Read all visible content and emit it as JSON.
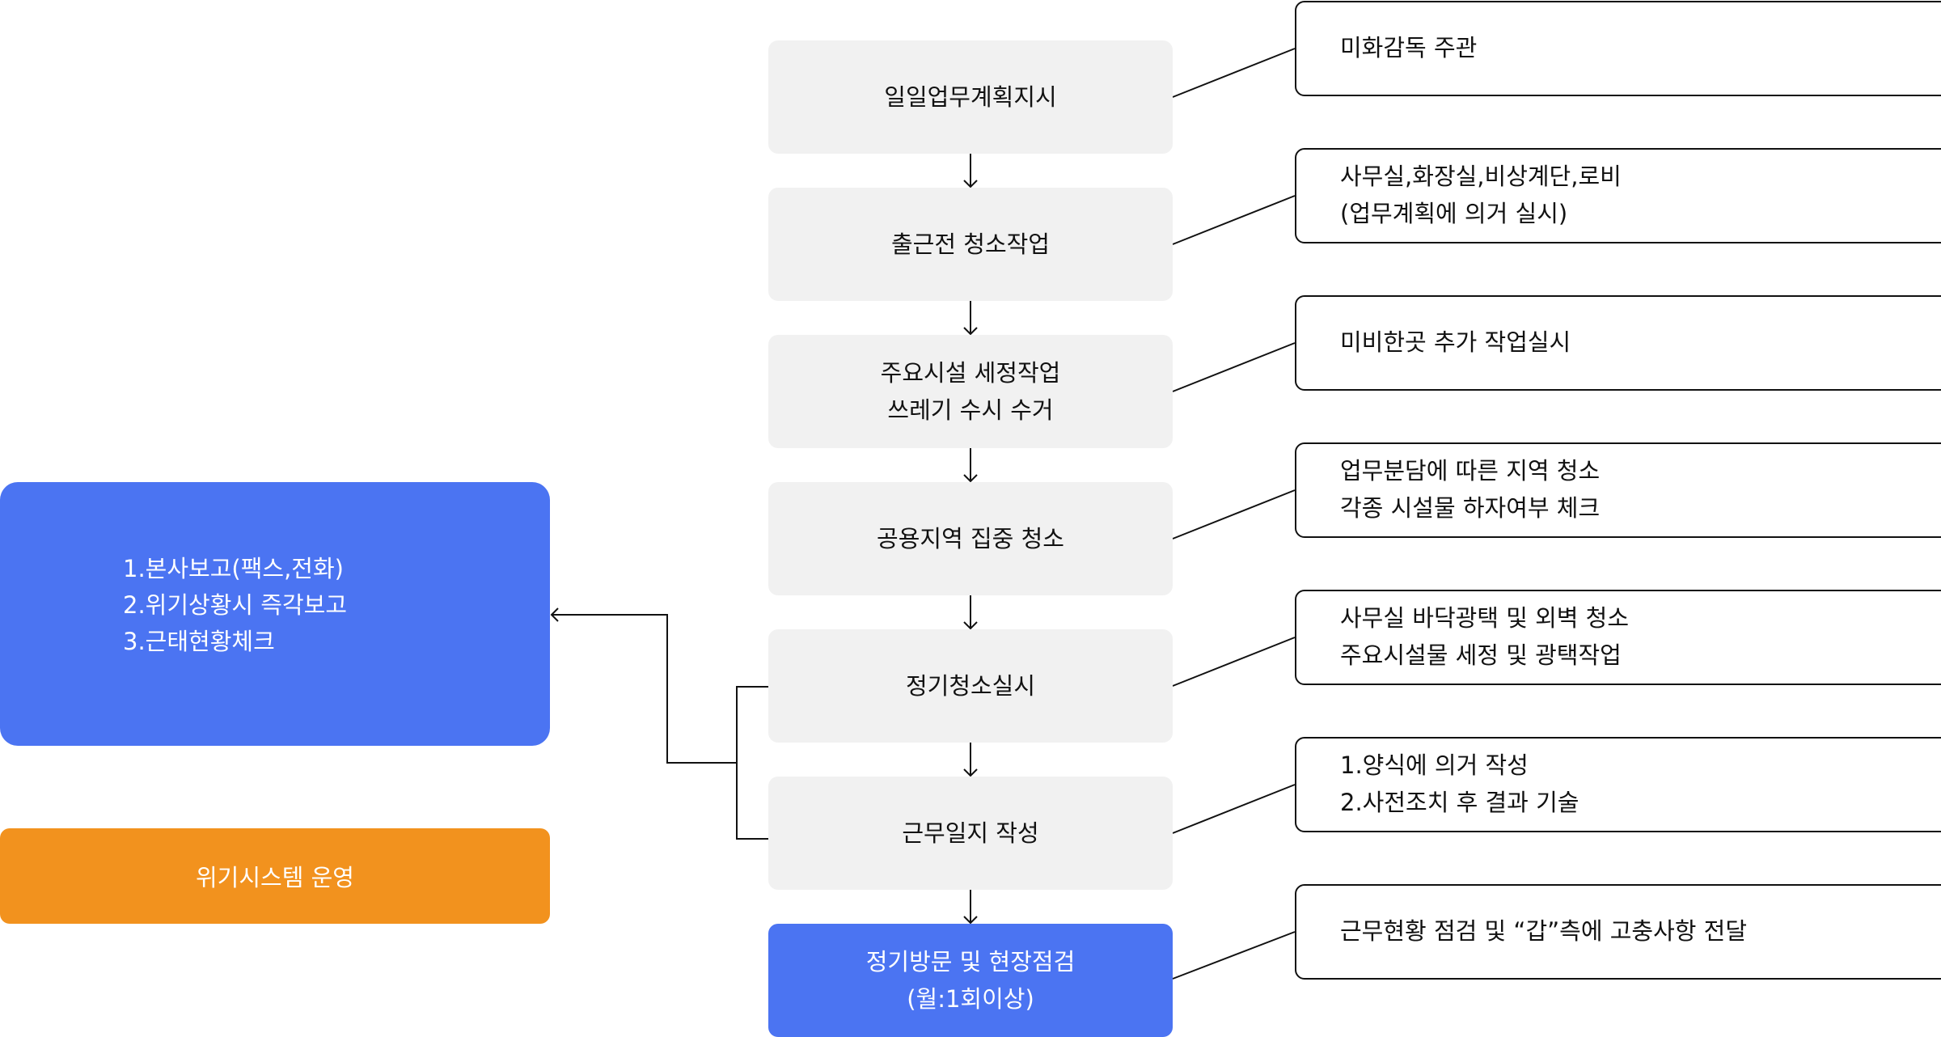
{
  "colors": {
    "step_bg": "#f1f1f1",
    "highlight_blue": "#4b74f2",
    "crisis_orange": "#f2921e",
    "line": "#111111",
    "note_border": "#111111"
  },
  "flow": {
    "steps": [
      {
        "lines": [
          "일일업무계획지시"
        ]
      },
      {
        "lines": [
          "출근전 청소작업"
        ]
      },
      {
        "lines": [
          "주요시설 세정작업",
          "쓰레기 수시 수거"
        ]
      },
      {
        "lines": [
          "공용지역 집중 청소"
        ]
      },
      {
        "lines": [
          "정기청소실시"
        ]
      },
      {
        "lines": [
          "근무일지 작성"
        ]
      },
      {
        "lines": [
          "정기방문 및 현장점검",
          "(월:1회이상)"
        ]
      }
    ]
  },
  "notes": [
    {
      "lines": [
        "미화감독 주관"
      ]
    },
    {
      "lines": [
        "사무실,화장실,비상계단,로비",
        "(업무계획에 의거 실시)"
      ]
    },
    {
      "lines": [
        "미비한곳 추가 작업실시"
      ]
    },
    {
      "lines": [
        "업무분담에 따른 지역 청소",
        "각종 시설물 하자여부 체크"
      ]
    },
    {
      "lines": [
        "사무실 바닥광택 및 외벽 청소",
        "주요시설물 세정 및 광택작업"
      ]
    },
    {
      "lines": [
        "1.양식에 의거 작성",
        "2.사전조치 후 결과 기술"
      ]
    },
    {
      "lines": [
        "근무현황 점검 및 “갑”측에 고충사항 전달"
      ]
    }
  ],
  "side": {
    "report_box": {
      "lines": [
        "1.본사보고(팩스,전화)",
        "2.위기상황시 즉각보고",
        "3.근태현황체크"
      ]
    },
    "crisis_box": {
      "label": "위기시스템 운영"
    }
  }
}
